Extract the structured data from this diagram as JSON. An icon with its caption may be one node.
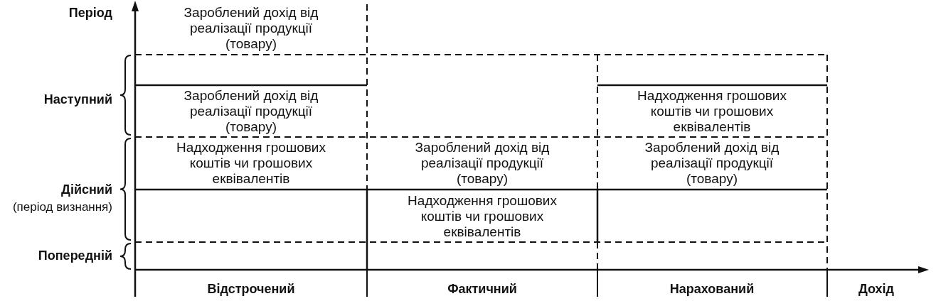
{
  "diagram": {
    "labels": [
      "Період",
      "Зароблений дохід від реалізації продукції (товару)",
      "Наступний",
      "Зароблений дохід від реалізації продукції (товару)",
      "Надходження грошових коштів чи грошових еквівалентів",
      "Надходження грошових коштів чи грошових еквівалентів",
      "Зароблений дохід від реалізації продукції (товару)",
      "Зароблений дохід від реалізації продукції (товару)",
      "Дійсний",
      "(період визнання)",
      "Надходження грошових коштів чи грошових еквівалентів",
      "Попередній",
      "Відстрочений",
      "Фактичний",
      "Нарахований",
      "Дохід"
    ]
  }
}
